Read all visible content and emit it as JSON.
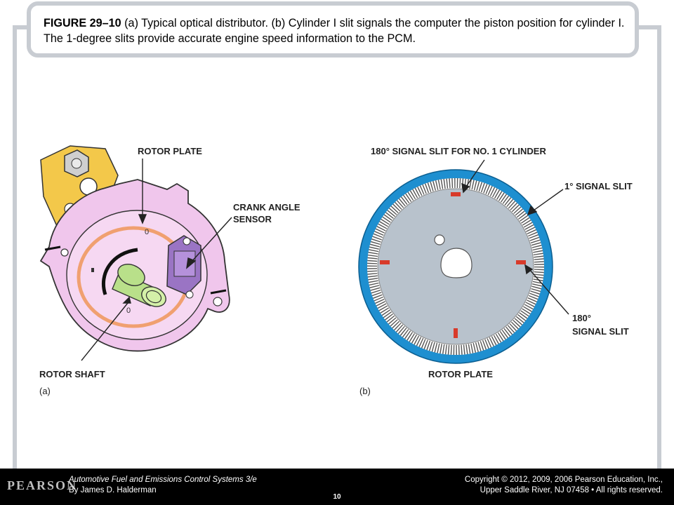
{
  "caption": {
    "figure_label": "FIGURE 29–10",
    "text": " (a) Typical optical distributor. (b) Cylinder I slit signals the computer the piston position for cylinder I. The 1-degree slits provide accurate engine speed information to the PCM."
  },
  "panel_a": {
    "sub_label": "(a)",
    "labels": {
      "rotor_plate": "ROTOR PLATE",
      "crank_angle_sensor_1": "CRANK ANGLE",
      "crank_angle_sensor_2": "SENSOR",
      "rotor_shaft": "ROTOR SHAFT"
    }
  },
  "panel_b": {
    "sub_label": "(b)",
    "labels": {
      "slit_180_no1": "180° SIGNAL SLIT FOR NO. 1 CYLINDER",
      "slit_1deg": "1° SIGNAL SLIT",
      "slit_180_1": "180°",
      "slit_180_2": "SIGNAL SLIT",
      "rotor_plate": "ROTOR PLATE"
    }
  },
  "footer": {
    "logo": "PEARSON",
    "book_title": "Automotive Fuel and Emissions Control Systems 3/e",
    "author": "By James D. Halderman",
    "copyright_1": "Copyright © 2012, 2009, 2006 Pearson Education, Inc.,",
    "copyright_2": "Upper Saddle River, NJ 07458 • All rights reserved.",
    "page_number": "10"
  },
  "colors": {
    "frame": "#c8ccd2",
    "housing": "#f0c6ec",
    "bracket": "#f3c84a",
    "sensor": "#9a74c4",
    "shaft": "#b9e08a",
    "rotor_ring": "#f0a070",
    "disc_blue": "#1e8fd0",
    "disc_gray": "#b8c2cc",
    "slit_red": "#d83a2a"
  }
}
